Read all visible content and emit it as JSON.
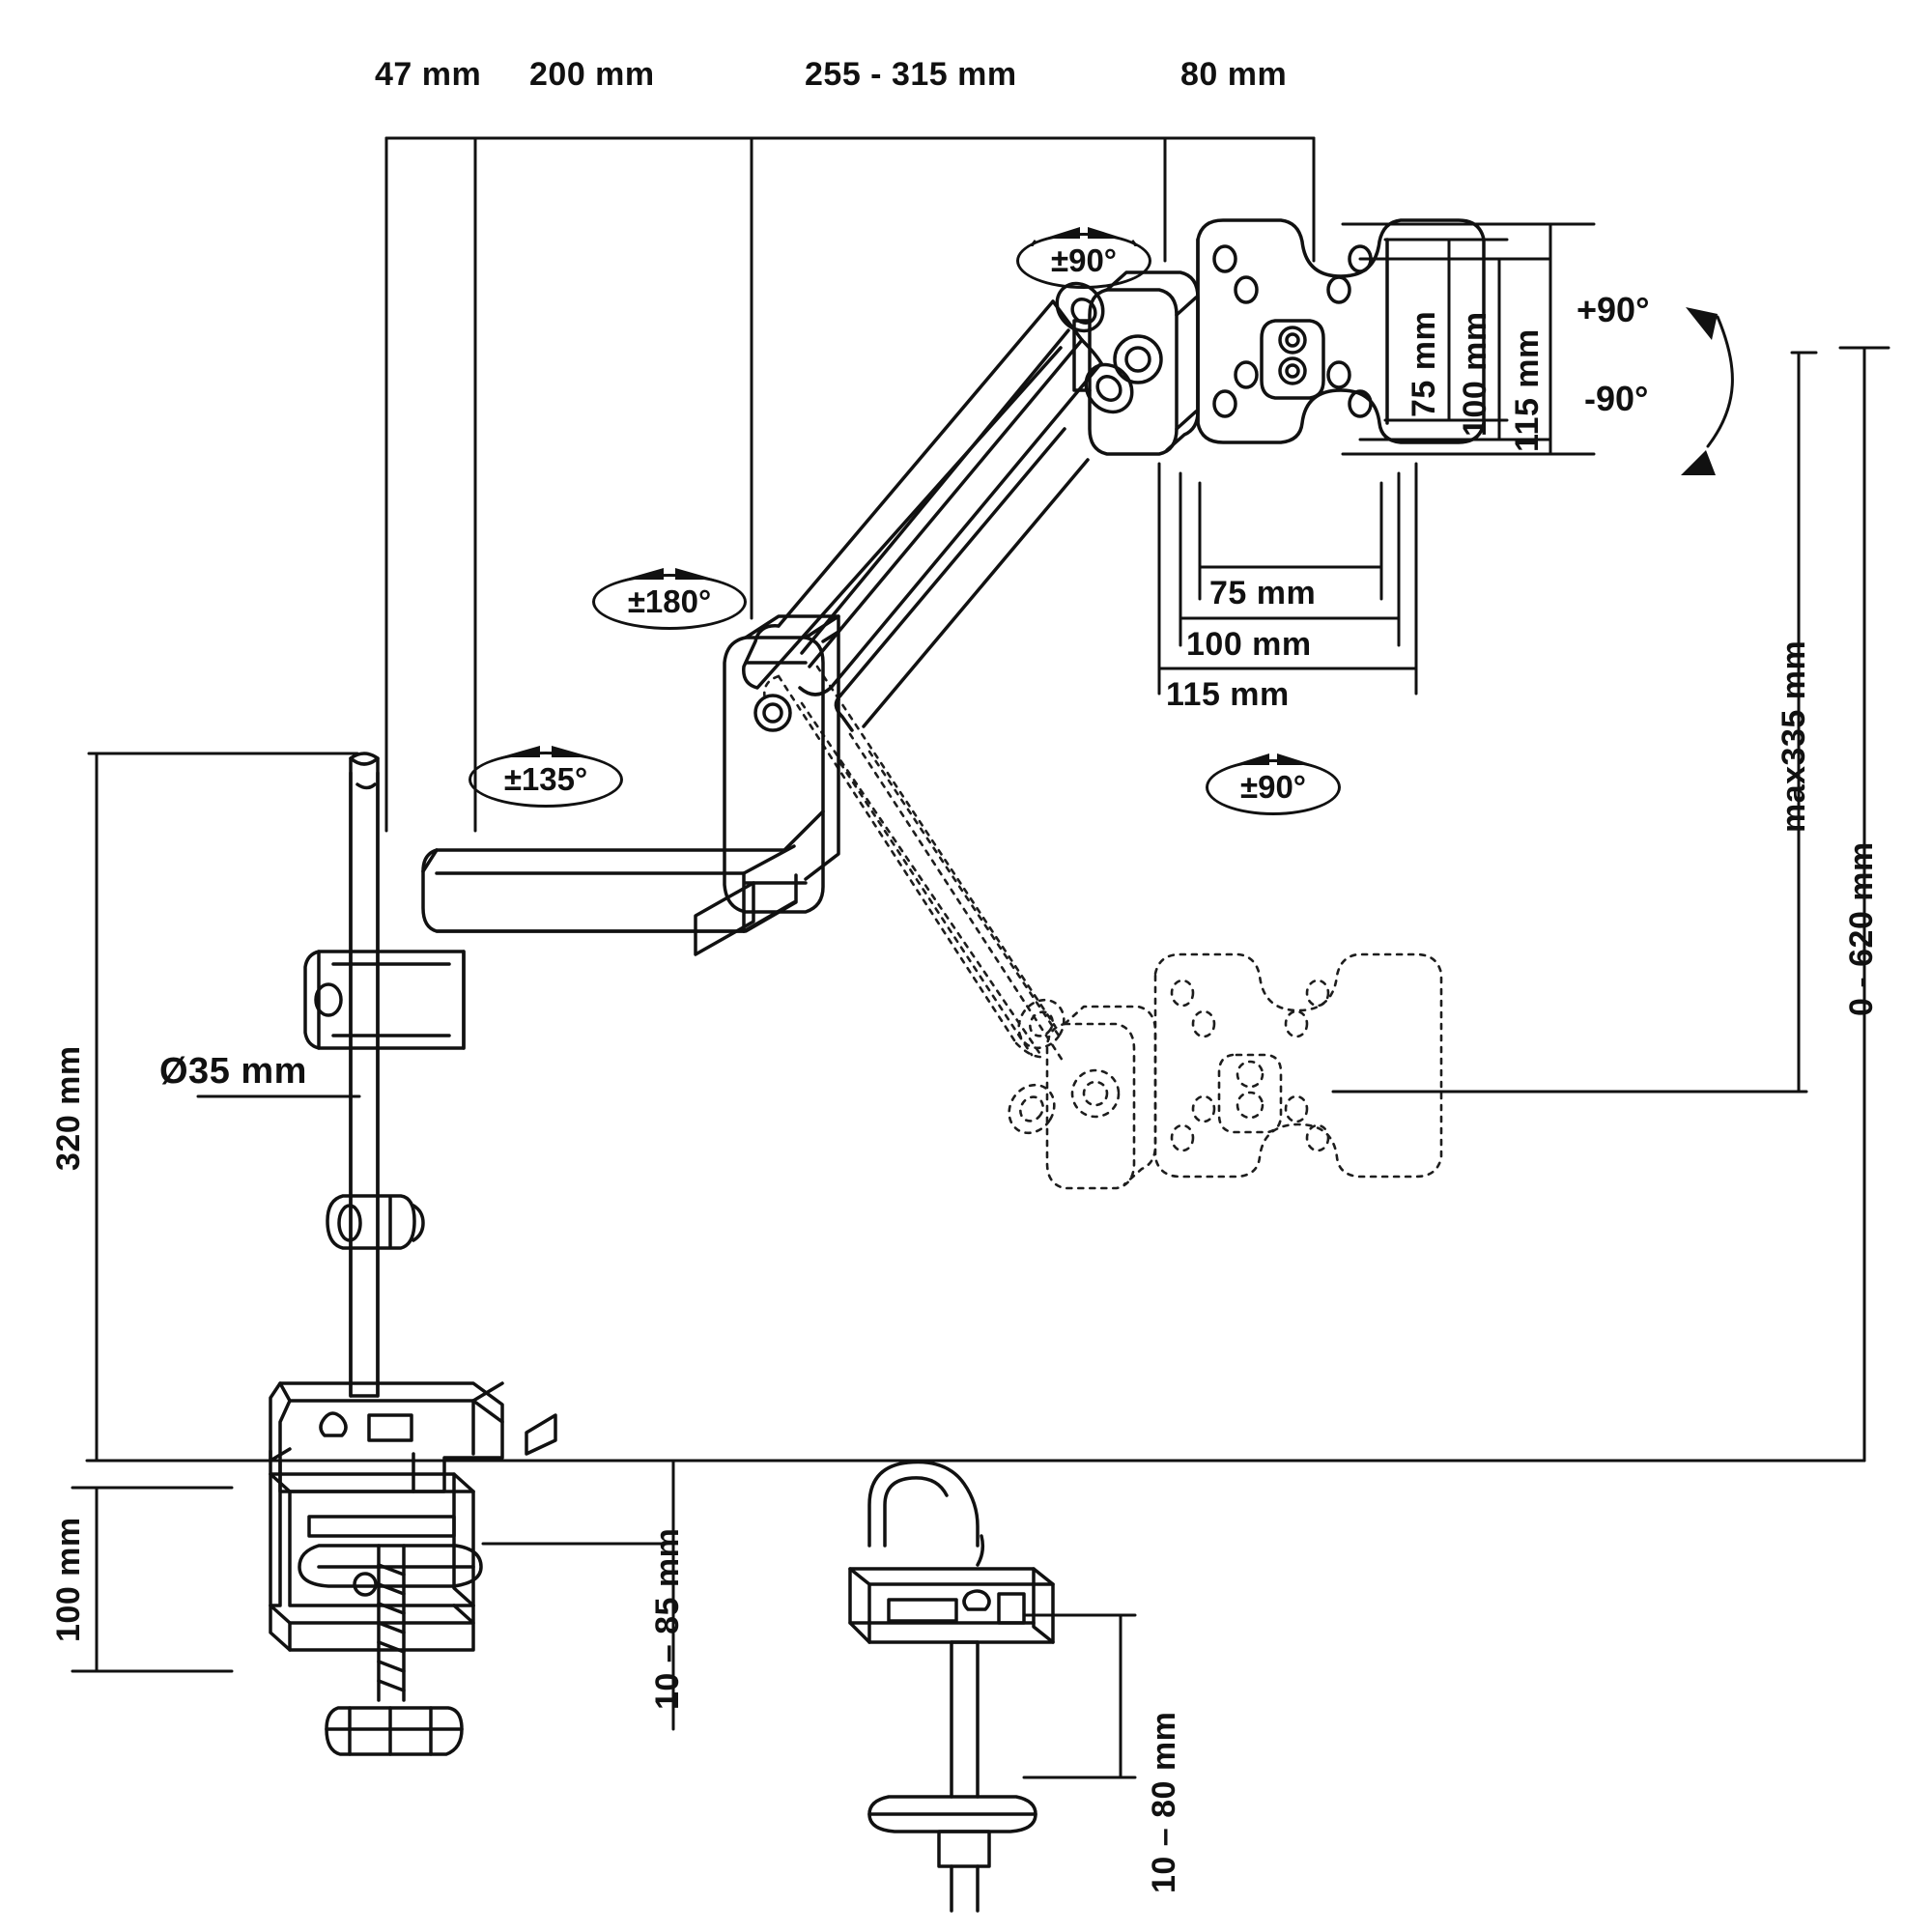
{
  "document": {
    "type": "technical-dimension-drawing",
    "subject": "single monitor desk mount gas-spring arm",
    "units": "mm",
    "line_color": "#111111",
    "background_color": "#ffffff"
  },
  "top_dimensions": [
    {
      "id": "pole-offset",
      "label": "47 mm"
    },
    {
      "id": "first-arm-length",
      "label": "200 mm"
    },
    {
      "id": "second-arm-length-range",
      "label": "255 - 315 mm"
    },
    {
      "id": "head-depth",
      "label": "80 mm"
    }
  ],
  "vesa_vertical": [
    {
      "id": "vesa-v-75",
      "label": "75 mm"
    },
    {
      "id": "vesa-v-100",
      "label": "100 mm"
    },
    {
      "id": "vesa-v-115",
      "label": "115 mm"
    }
  ],
  "vesa_horizontal": [
    {
      "id": "vesa-h-75",
      "label": "75 mm"
    },
    {
      "id": "vesa-h-100",
      "label": "100 mm"
    },
    {
      "id": "vesa-h-115",
      "label": "115 mm"
    }
  ],
  "rotation_badges": [
    {
      "id": "head-rotation",
      "label": "±90°"
    },
    {
      "id": "elbow-rotation",
      "label": "±180°"
    },
    {
      "id": "base-rotation",
      "label": "±135°"
    },
    {
      "id": "screen-pivot-rotation",
      "label": "±90°"
    }
  ],
  "tilt": {
    "up_label": "+90°",
    "down_label": "-90°"
  },
  "right_dimensions": [
    {
      "id": "arm-reach-max",
      "label": "max335 mm"
    },
    {
      "id": "height-adjust-range",
      "label": "0 - 620 mm"
    }
  ],
  "left_dimensions": [
    {
      "id": "pole-height",
      "label": "320 mm"
    },
    {
      "id": "clamp-height",
      "label": "100 mm"
    }
  ],
  "pole": {
    "diameter_label": "Ø35 mm"
  },
  "bottom_dimensions": [
    {
      "id": "clamp-desk-thickness",
      "label": "10 – 85 mm"
    },
    {
      "id": "grommet-desk-thickness",
      "label": "10 – 80 mm"
    }
  ]
}
